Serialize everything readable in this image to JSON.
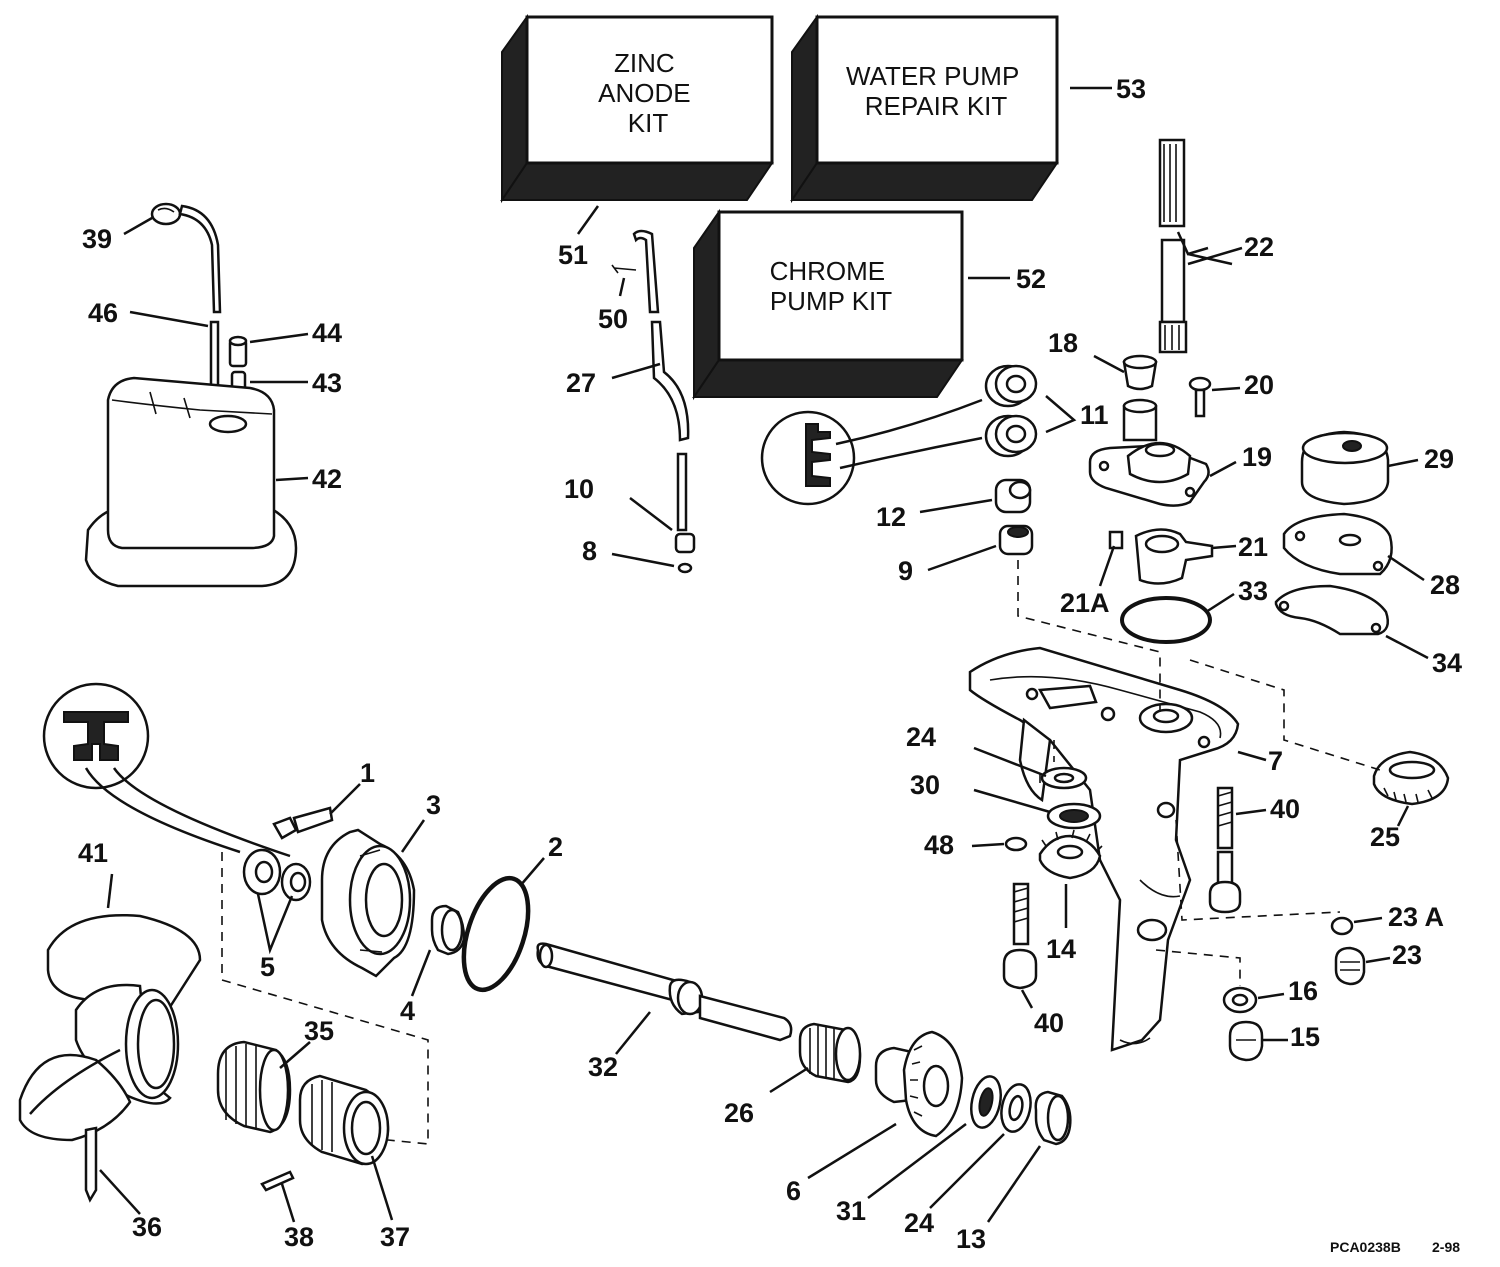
{
  "kits": [
    {
      "id": "zinc-anode-kit",
      "lines": [
        "ZINC",
        "ANODE",
        "KIT"
      ],
      "ref": "51"
    },
    {
      "id": "water-pump-repair-kit",
      "lines": [
        "WATER PUMP",
        "REPAIR KIT"
      ],
      "ref": "53"
    },
    {
      "id": "chrome-pump-kit",
      "lines": [
        "CHROME",
        "PUMP KIT"
      ],
      "ref": "52"
    }
  ],
  "callouts": {
    "c1": "1",
    "c2": "2",
    "c3": "3",
    "c4": "4",
    "c5": "5",
    "c6": "6",
    "c7": "7",
    "c8": "8",
    "c9": "9",
    "c10": "10",
    "c11": "11",
    "c12": "12",
    "c13": "13",
    "c14": "14",
    "c15": "15",
    "c16": "16",
    "c18": "18",
    "c19": "19",
    "c20": "20",
    "c21": "21",
    "c21a": "21A",
    "c22": "22",
    "c23": "23",
    "c23a": "23 A",
    "c24a": "24",
    "c24b": "24",
    "c25": "25",
    "c26": "26",
    "c27": "27",
    "c28": "28",
    "c29": "29",
    "c30": "30",
    "c31": "31",
    "c32": "32",
    "c33": "33",
    "c34": "34",
    "c35": "35",
    "c36": "36",
    "c37": "37",
    "c38": "38",
    "c39": "39",
    "c40a": "40",
    "c40b": "40",
    "c41": "41",
    "c42": "42",
    "c43": "43",
    "c44": "44",
    "c46": "46",
    "c48": "48",
    "c50": "50",
    "c51": "51",
    "c52": "52",
    "c53": "53"
  },
  "reference_code": "PCA0238B",
  "revision_date": "2-98"
}
